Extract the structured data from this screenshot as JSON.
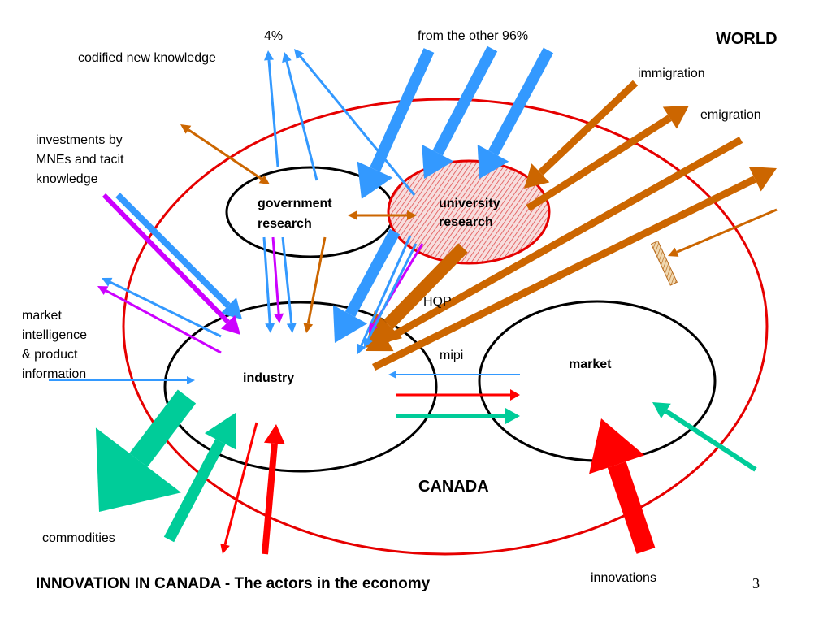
{
  "title": "INNOVATION IN CANADA  -  The actors in the economy",
  "page_number": "3",
  "regions": {
    "world": "WORLD",
    "canada": "CANADA"
  },
  "actors": {
    "government_research": [
      "government",
      "research"
    ],
    "university_research": [
      "university",
      "research"
    ],
    "industry": "industry",
    "market": "market"
  },
  "flows": {
    "four_percent": "4%",
    "codified_new_knowledge": "codified new knowledge",
    "from_other_96": "from the other 96%",
    "immigration": "immigration",
    "emigration": "emigration",
    "investments_by_mnes": [
      "investments by",
      "MNEs and tacit",
      "knowledge"
    ],
    "market_intelligence": [
      "market",
      "intelligence",
      "& product",
      "information"
    ],
    "hqp": "HQP",
    "mipi": "mipi",
    "commodities": "commodities",
    "innovations": "innovations"
  },
  "colors": {
    "blue": "#3399ff",
    "orange": "#cc6600",
    "purple": "#cc00ff",
    "red": "#ff0000",
    "teal": "#00cc99",
    "canada_border": "#e60000",
    "university_fill": "#f3c4c4"
  }
}
